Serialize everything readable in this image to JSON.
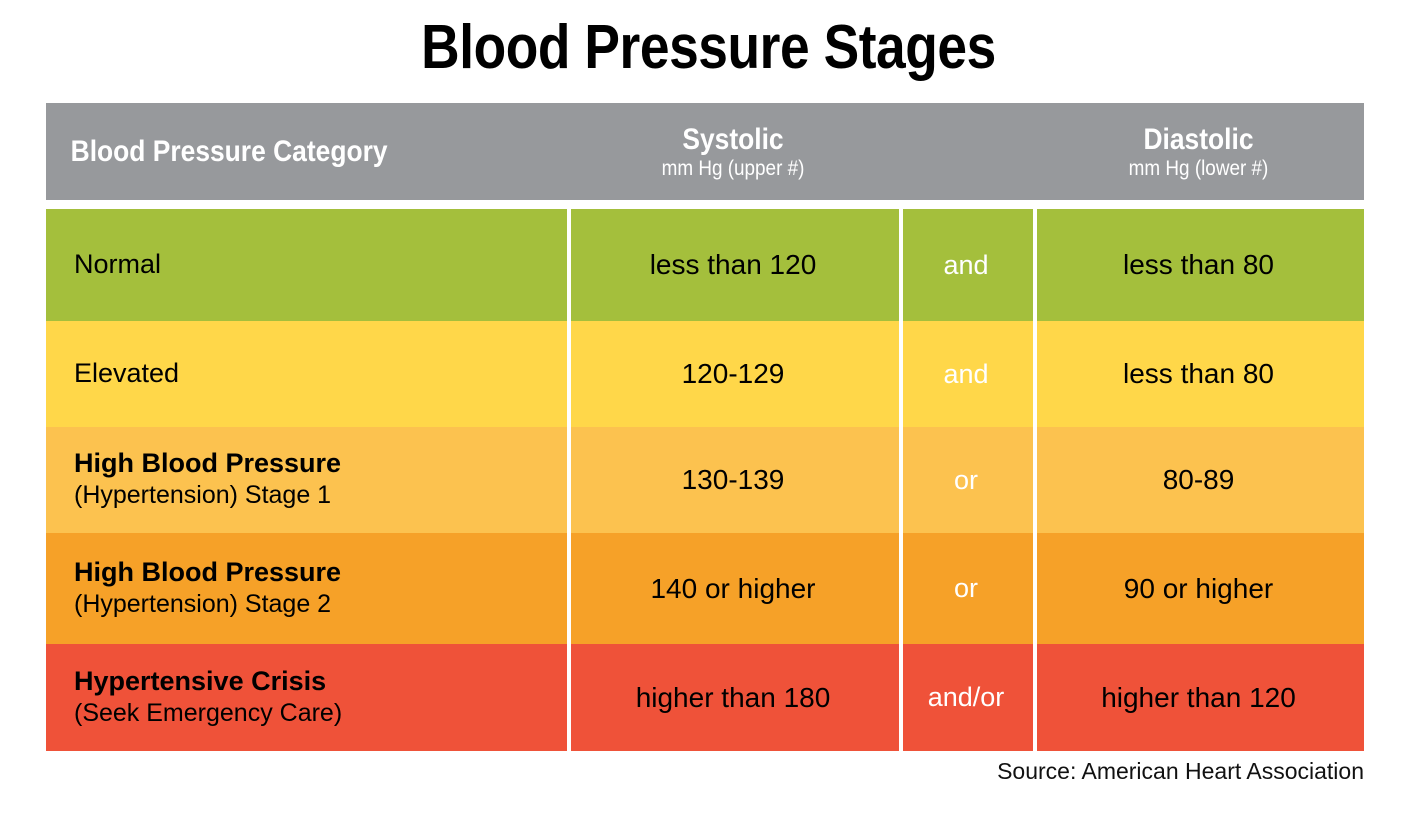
{
  "title": "Blood Pressure Stages",
  "source_note": "Source: American Heart Association",
  "header": {
    "category": "Blood Pressure Category",
    "systolic_main": "Systolic",
    "systolic_sub": "mm Hg (upper #)",
    "conjunction": "",
    "diastolic_main": "Diastolic",
    "diastolic_sub": "mm Hg (lower #)",
    "bg_color": "#97999c"
  },
  "rows": [
    {
      "category_line1": "Normal",
      "category_line2": "",
      "systolic": "less than 120",
      "conjunction": "and",
      "diastolic": "less than 80",
      "color": "#a4bf3c"
    },
    {
      "category_line1": "Elevated",
      "category_line2": "",
      "systolic": "120-129",
      "conjunction": "and",
      "diastolic": "less than 80",
      "color": "#ffd749"
    },
    {
      "category_line1": "High Blood Pressure",
      "category_line2": "(Hypertension) Stage 1",
      "systolic": "130-139",
      "conjunction": "or",
      "diastolic": "80-89",
      "color": "#fcc council"
    },
    {
      "category_line1": "High Blood Pressure",
      "category_line2": "(Hypertension) Stage 2",
      "systolic": "140 or higher",
      "conjunction": "or",
      "diastolic": "90 or higher",
      "color": "#f6a128"
    },
    {
      "category_line1": "Hypertensive Crisis",
      "category_line2": "(Seek Emergency Care)",
      "systolic": "higher than 180",
      "conjunction": "and/or",
      "diastolic": "higher than 120",
      "color": "#ef5239"
    }
  ],
  "row_colors": [
    "#a4bf3c",
    "#ffd749",
    "#fcc24f",
    "#f6a128",
    "#ef5239"
  ],
  "chart_data": {
    "type": "table",
    "title": "Blood Pressure Stages",
    "columns": [
      "Blood Pressure Category",
      "Systolic mm Hg (upper #)",
      "",
      "Diastolic mm Hg (lower #)"
    ],
    "rows": [
      [
        "Normal",
        "less than 120",
        "and",
        "less than 80"
      ],
      [
        "Elevated",
        "120-129",
        "and",
        "less than 80"
      ],
      [
        "High Blood Pressure (Hypertension) Stage 1",
        "130-139",
        "or",
        "80-89"
      ],
      [
        "High Blood Pressure (Hypertension) Stage 2",
        "140 or higher",
        "or",
        "90 or higher"
      ],
      [
        "Hypertensive Crisis (Seek Emergency Care)",
        "higher than 180",
        "and/or",
        "higher than 120"
      ]
    ],
    "source": "American Heart Association"
  }
}
